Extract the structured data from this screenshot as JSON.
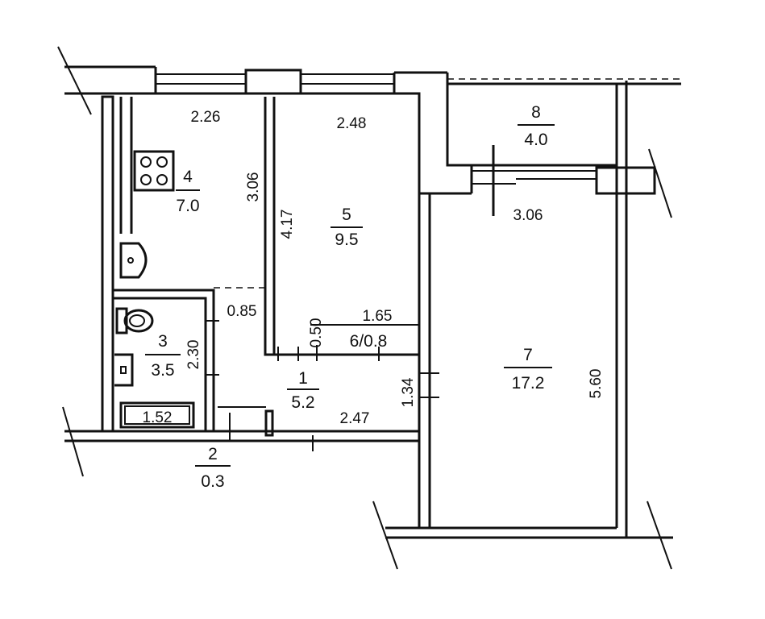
{
  "rooms": [
    {
      "id": "room-1",
      "number": "1",
      "area": "5.2"
    },
    {
      "id": "room-2",
      "number": "2",
      "area": "0.3"
    },
    {
      "id": "room-3",
      "number": "3",
      "area": "3.5"
    },
    {
      "id": "room-4",
      "number": "4",
      "area": "7.0"
    },
    {
      "id": "room-5",
      "number": "5",
      "area": "9.5"
    },
    {
      "id": "room-6",
      "label": "6/0.8"
    },
    {
      "id": "room-7",
      "number": "7",
      "area": "17.2"
    },
    {
      "id": "room-8",
      "number": "8",
      "area": "4.0"
    }
  ],
  "dimensions": {
    "kitchen_width": "2.26",
    "kitchen_depth": "3.06",
    "room5_width": "2.48",
    "room5_depth": "4.17",
    "room7_width": "3.06",
    "room7_depth": "5.60",
    "bath_depth": "2.30",
    "bath_tub": "1.52",
    "hall_width": "2.47",
    "hall_depth": "1.34",
    "door_gap": "0.85",
    "closet_width": "1.65",
    "closet_depth": "0.50"
  }
}
